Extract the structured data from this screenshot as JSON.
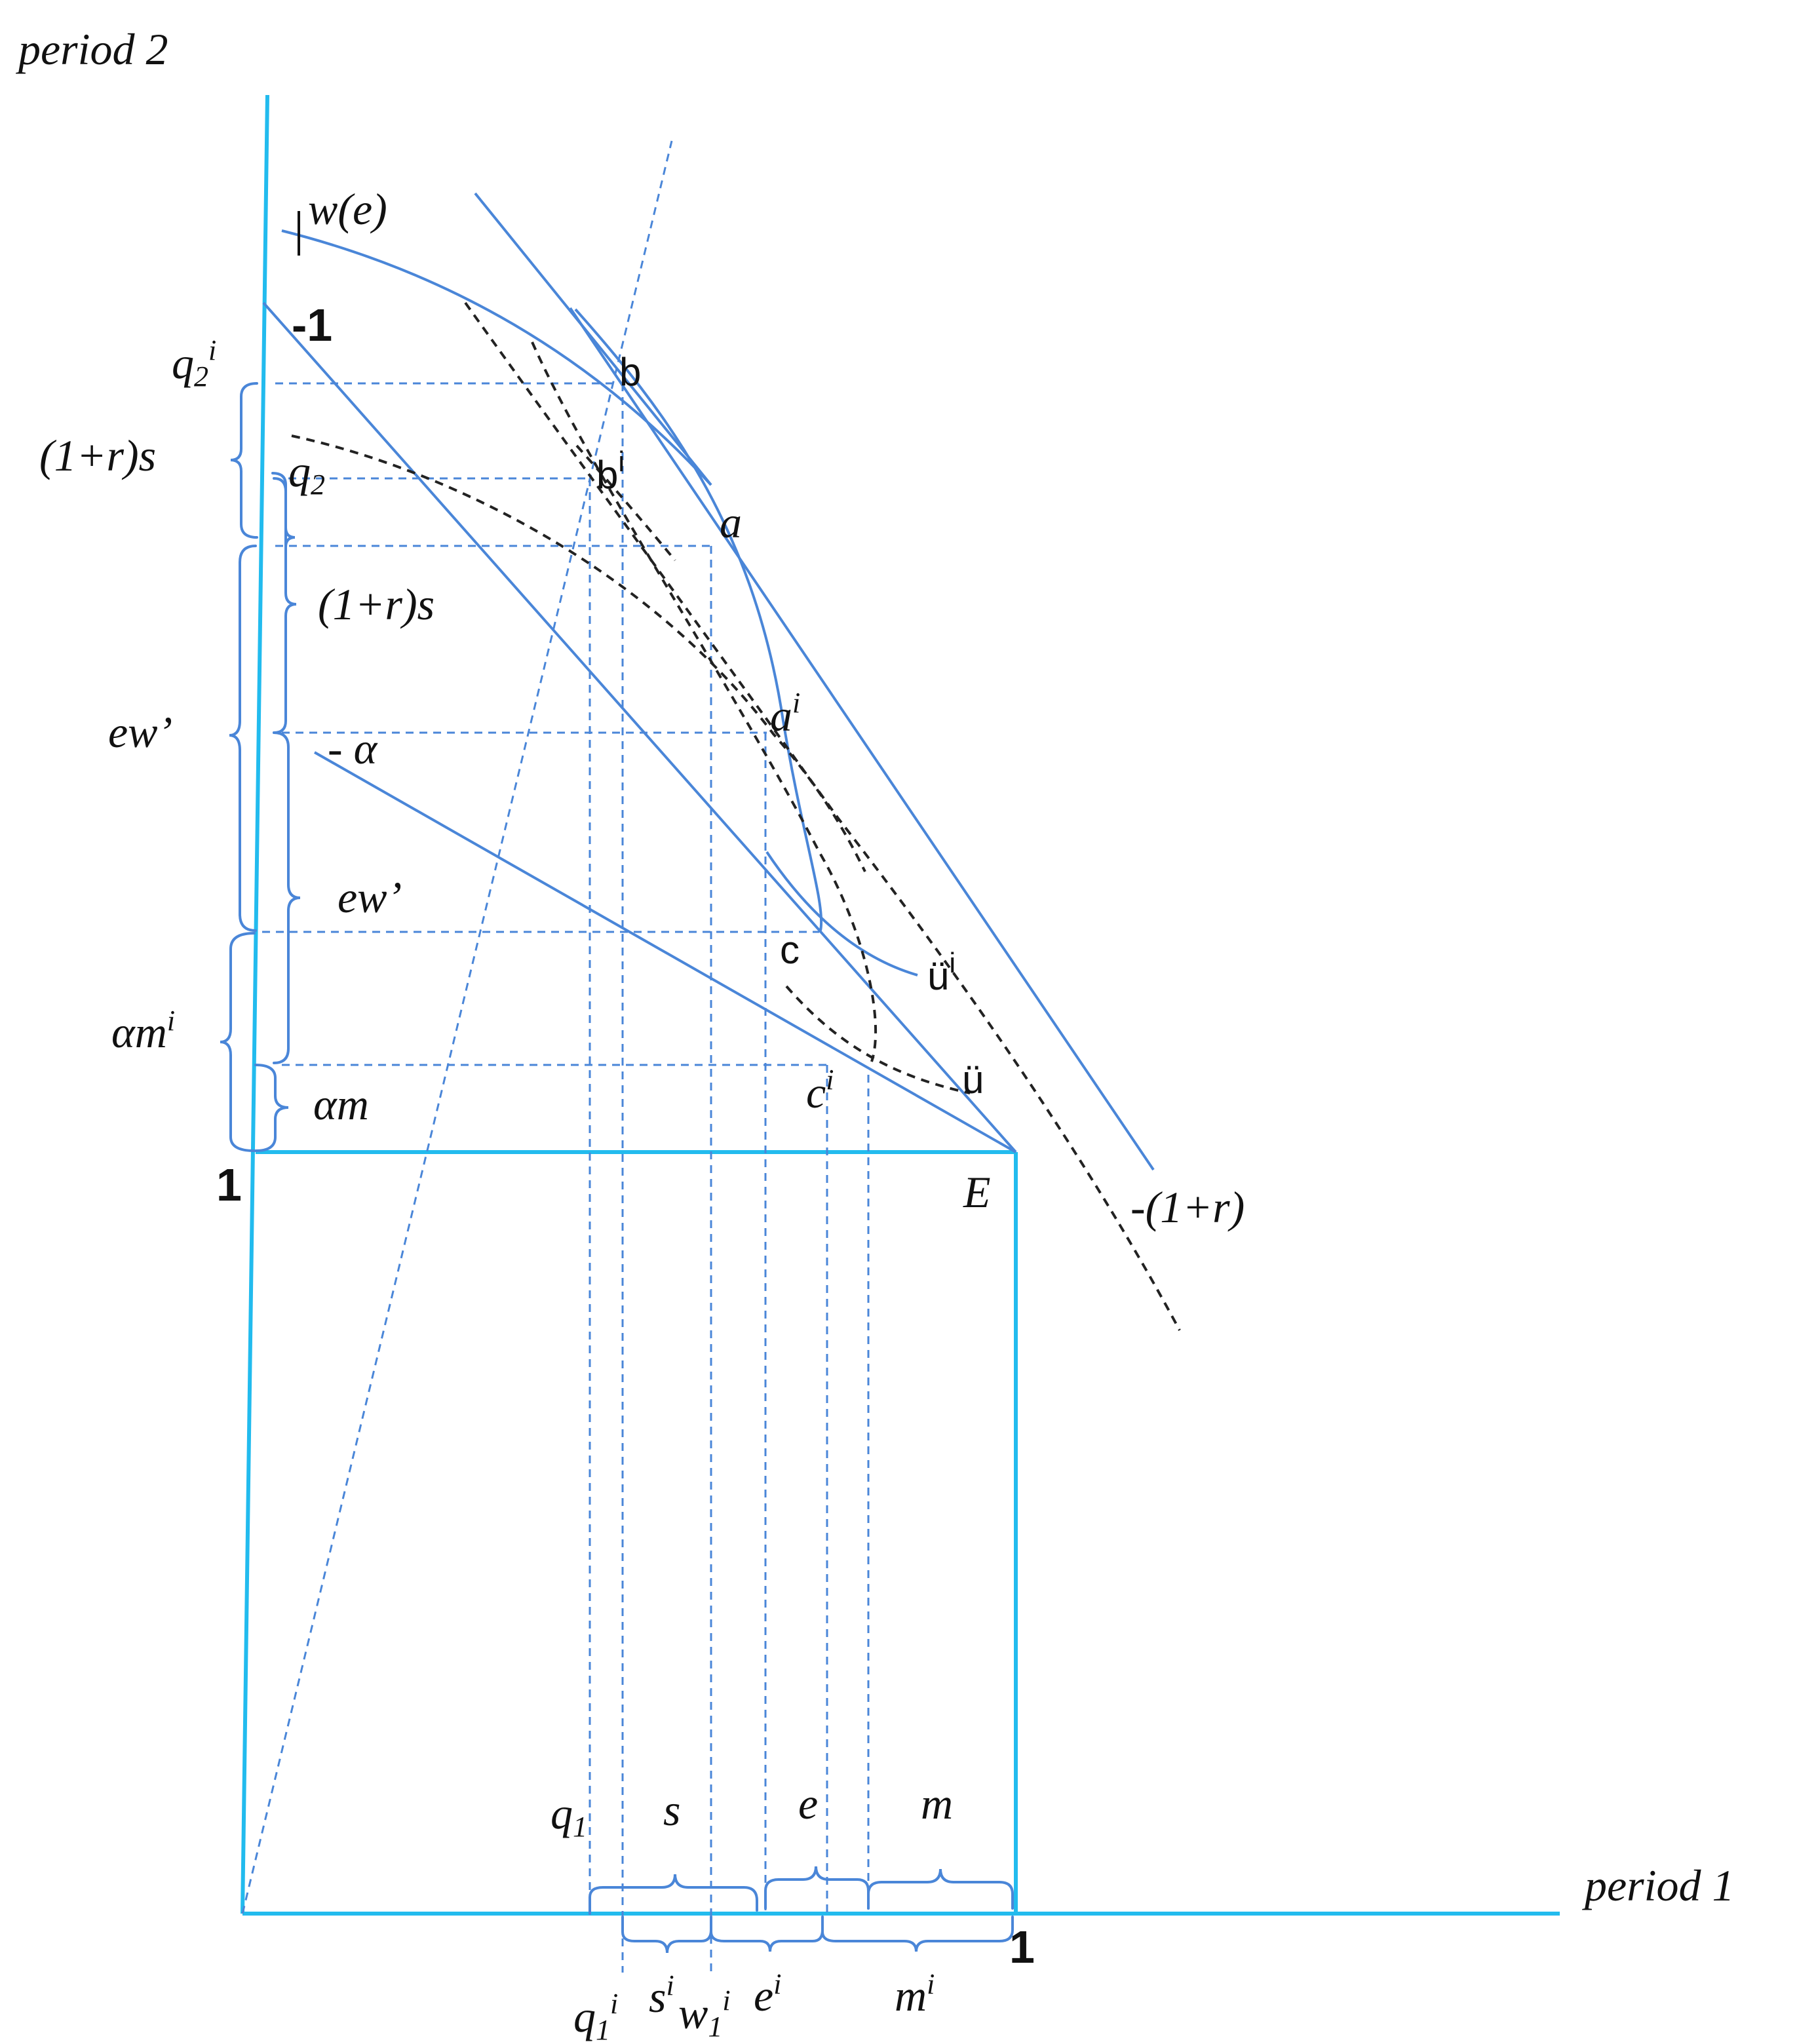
{
  "axes": {
    "y_label": "period 2",
    "x_label": "period 1",
    "origin_y_one": "1",
    "origin_x_one": "1"
  },
  "curves": {
    "w_label": "w(e)",
    "slope_minus_one": "-1",
    "slope_minus_alpha": "- α",
    "slope_minus_one_plus_r": "-(1+r)"
  },
  "points": {
    "b": "b",
    "b_i": "b",
    "a": "a",
    "a_i": "a",
    "c": "c",
    "c_i": "c",
    "u_i": "ü",
    "u": "ü",
    "E": "E",
    "sup_i": "i"
  },
  "left_braces": {
    "q2i_base": "q",
    "q2_sub": "2",
    "q2_base": "q",
    "one_plus_r_s_outer": "(1+r)s",
    "one_plus_r_s_inner": "(1+r)s",
    "ew_outer": "ew’",
    "ew_inner": "ew’",
    "alpha_m_i": "αm",
    "alpha_m": "αm"
  },
  "bottom_braces": {
    "q1_base": "q",
    "q1_sub": "1",
    "s": "s",
    "e": "e",
    "m": "m",
    "s_i": "s",
    "w1_base": "w",
    "w1_sub": "1",
    "e_i": "e",
    "m_i": "m"
  },
  "colors": {
    "axis": "#22BBEE",
    "curve": "#4A86D8",
    "dashed_black": "#222222"
  }
}
